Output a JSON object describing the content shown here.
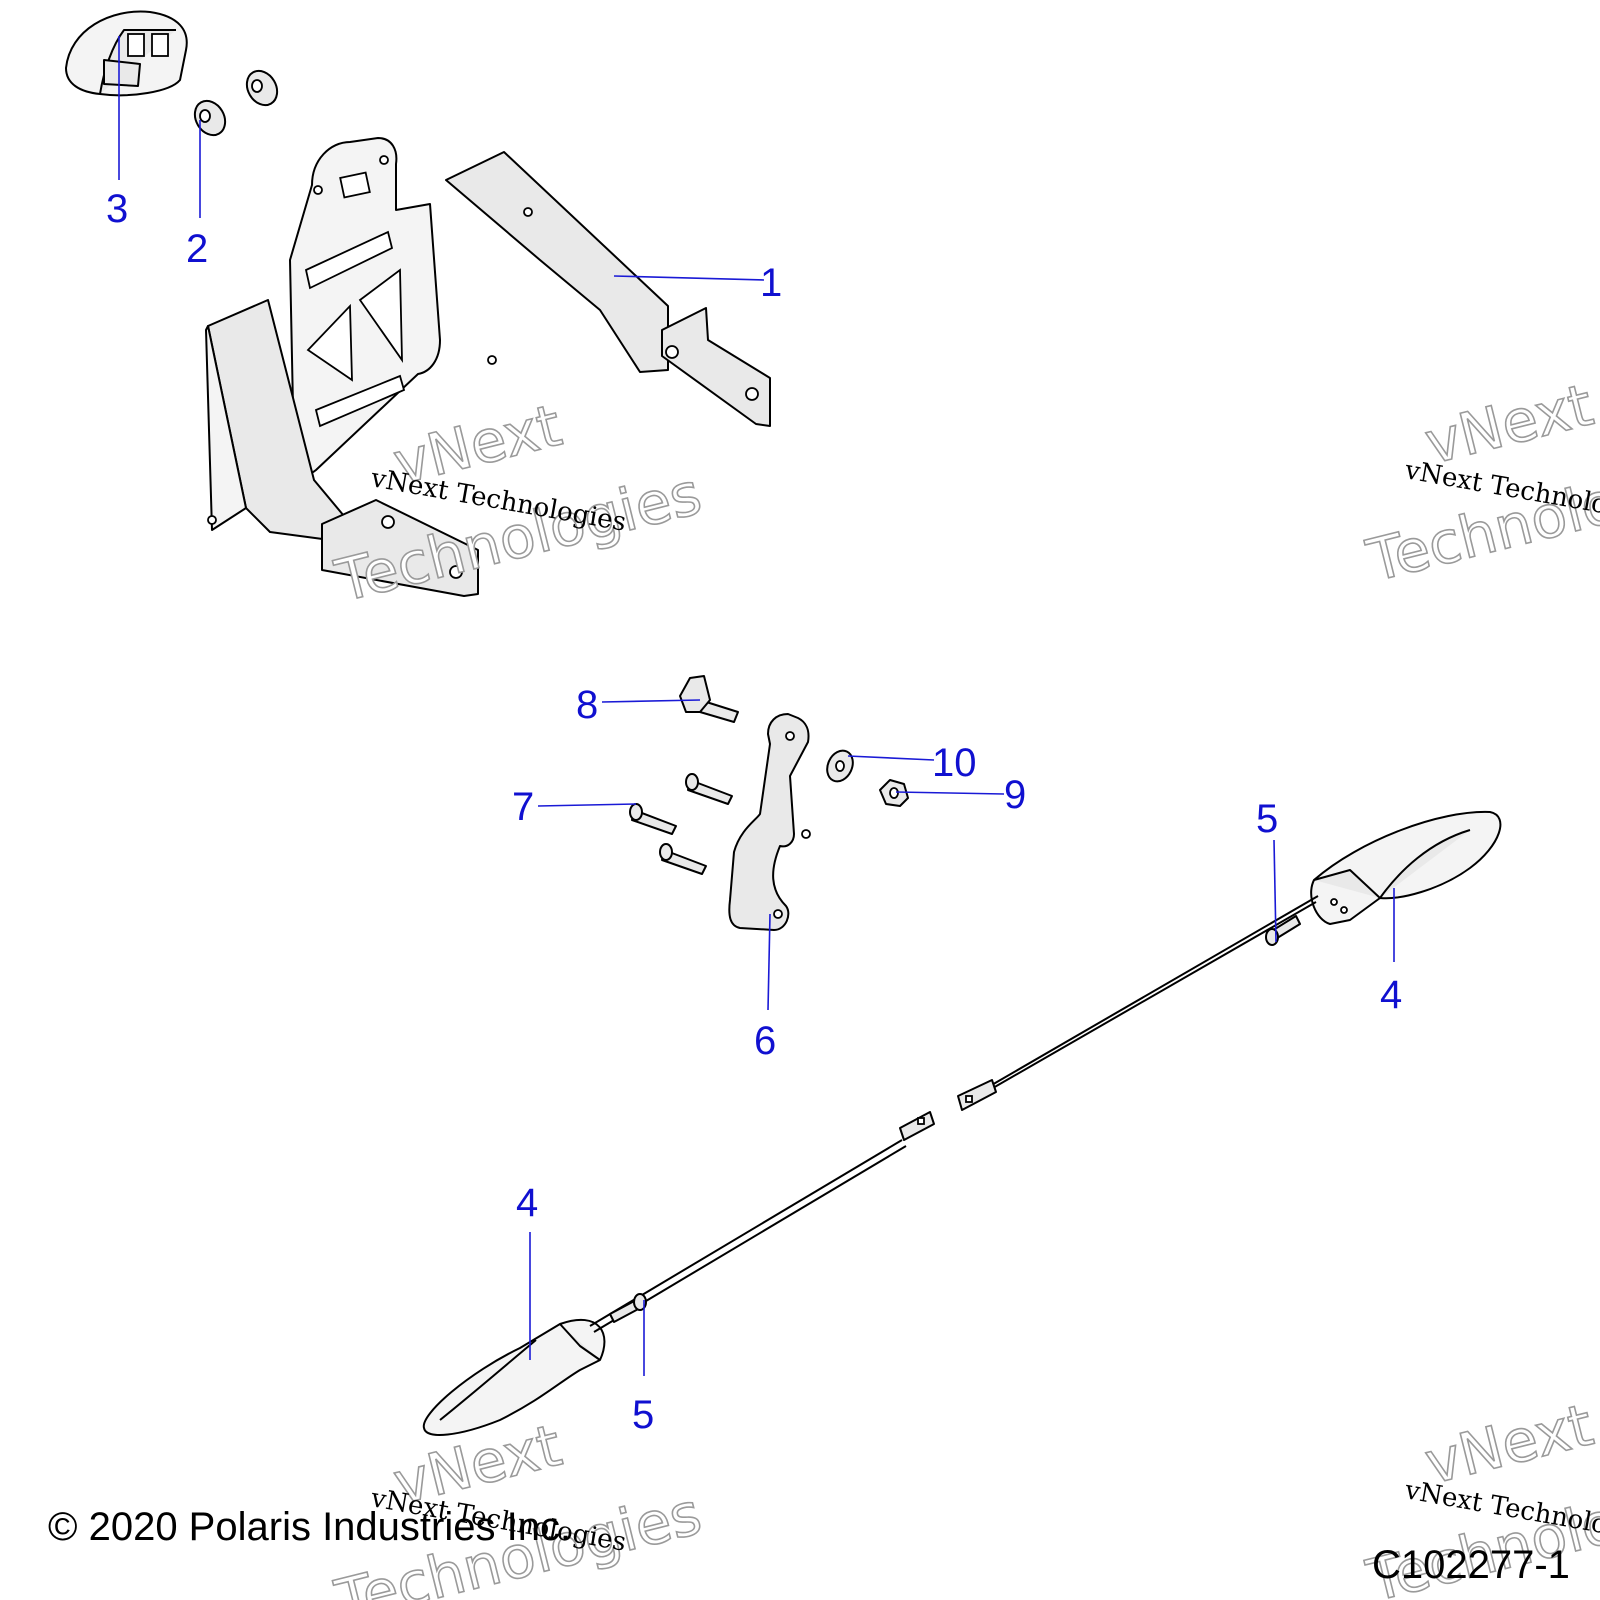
{
  "callouts": {
    "c1": "1",
    "c2": "2",
    "c3": "3",
    "c4a": "4",
    "c4b": "4",
    "c5a": "5",
    "c5b": "5",
    "c6": "6",
    "c7": "7",
    "c8": "8",
    "c9": "9",
    "c10": "10"
  },
  "watermark": {
    "line": "vNext Technologies",
    "big_1": "vNext",
    "big_2": "Technologies"
  },
  "footer": {
    "copyright": "© 2020 Polaris Industries Inc.",
    "figure_id": "C102277-1"
  },
  "colors": {
    "callout": "#1010d0",
    "leader": "#1a1ad6",
    "part_fill": "#e9e9e9"
  }
}
